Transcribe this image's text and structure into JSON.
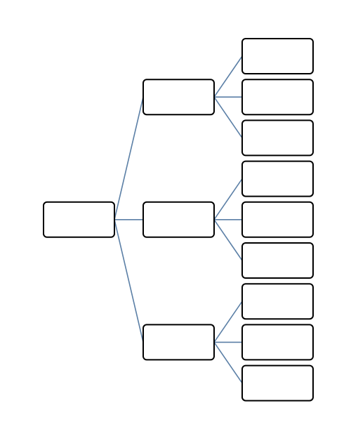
{
  "diagram": {
    "type": "tree",
    "colors": {
      "connector": "#5b7fa6",
      "box_stroke": "#000000",
      "box_fill": "#ffffff",
      "background": "#ffffff"
    },
    "root": {
      "id": "root",
      "label": "",
      "children": [
        {
          "id": "branch-1",
          "label": "",
          "children": [
            {
              "id": "leaf-1-1",
              "label": ""
            },
            {
              "id": "leaf-1-2",
              "label": ""
            },
            {
              "id": "leaf-1-3",
              "label": ""
            }
          ]
        },
        {
          "id": "branch-2",
          "label": "",
          "children": [
            {
              "id": "leaf-2-1",
              "label": ""
            },
            {
              "id": "leaf-2-2",
              "label": ""
            },
            {
              "id": "leaf-2-3",
              "label": ""
            }
          ]
        },
        {
          "id": "branch-3",
          "label": "",
          "children": [
            {
              "id": "leaf-3-1",
              "label": ""
            },
            {
              "id": "leaf-3-2",
              "label": ""
            },
            {
              "id": "leaf-3-3",
              "label": ""
            }
          ]
        }
      ]
    }
  }
}
